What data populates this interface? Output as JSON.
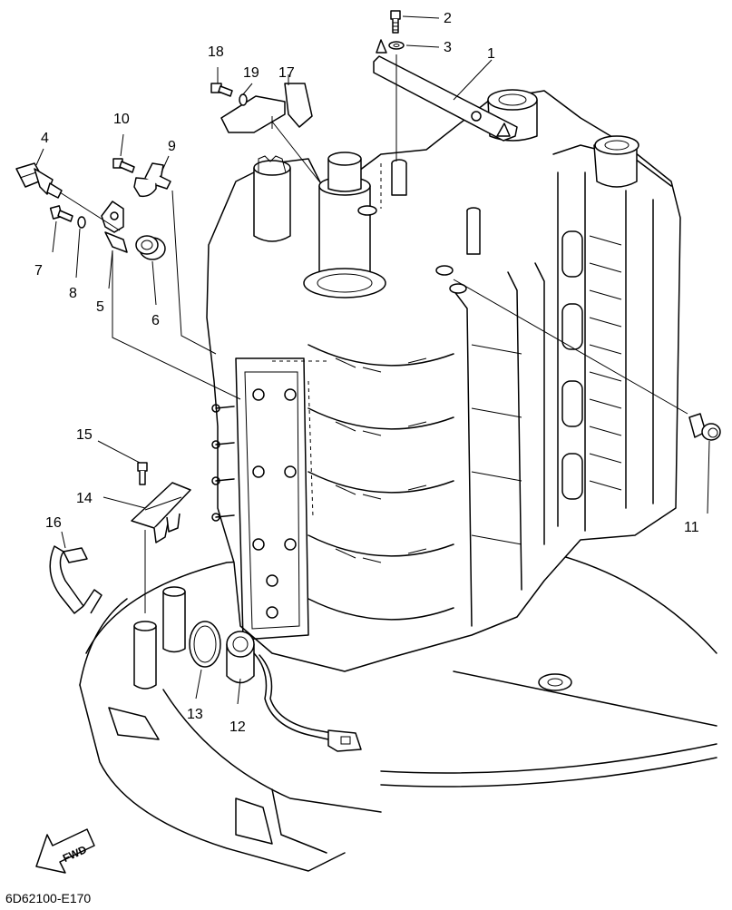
{
  "callouts": [
    {
      "id": "p1",
      "label": "1"
    },
    {
      "id": "p2",
      "label": "2"
    },
    {
      "id": "p3",
      "label": "3"
    },
    {
      "id": "p4",
      "label": "4"
    },
    {
      "id": "p5",
      "label": "5"
    },
    {
      "id": "p6",
      "label": "6"
    },
    {
      "id": "p7",
      "label": "7"
    },
    {
      "id": "p8",
      "label": "8"
    },
    {
      "id": "p9",
      "label": "9"
    },
    {
      "id": "p10",
      "label": "10"
    },
    {
      "id": "p11",
      "label": "11"
    },
    {
      "id": "p12",
      "label": "12"
    },
    {
      "id": "p13",
      "label": "13"
    },
    {
      "id": "p14",
      "label": "14"
    },
    {
      "id": "p15",
      "label": "15"
    },
    {
      "id": "p16",
      "label": "16"
    },
    {
      "id": "p17",
      "label": "17"
    },
    {
      "id": "p18",
      "label": "18"
    },
    {
      "id": "p19",
      "label": "19"
    }
  ],
  "direction_arrow": {
    "label": "FWD",
    "icon": "fwd-arrow-icon"
  },
  "drawing_code": "6D62100-E170"
}
